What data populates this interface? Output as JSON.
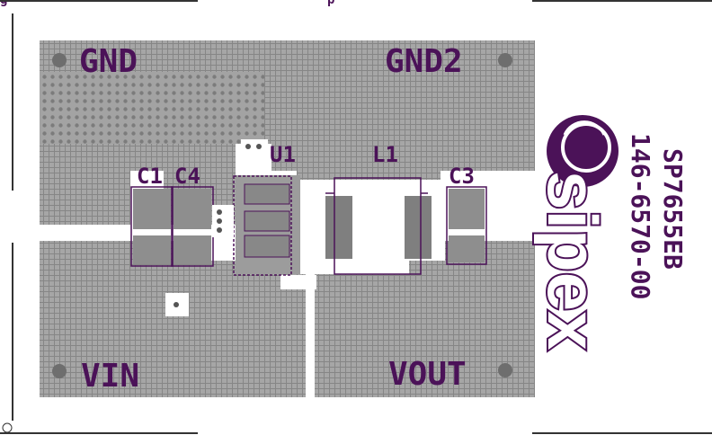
{
  "figure": {
    "header_fragment": "g",
    "header_fragment_right": "p"
  },
  "labels": {
    "gnd": "GND",
    "gnd2": "GND2",
    "vin": "VIN",
    "vout": "VOUT",
    "u1": "U1",
    "l1": "L1",
    "c1": "C1",
    "c4": "C4",
    "c3": "C3"
  },
  "board_id": {
    "part": "SP7655EB",
    "number": "146-6570-00"
  },
  "logo": {
    "text": "sipex"
  },
  "colors": {
    "copper": "#a3a3a3",
    "copper_grid": "#8a8a8a",
    "silkscreen": "#4b1258",
    "background": "#ffffff"
  }
}
